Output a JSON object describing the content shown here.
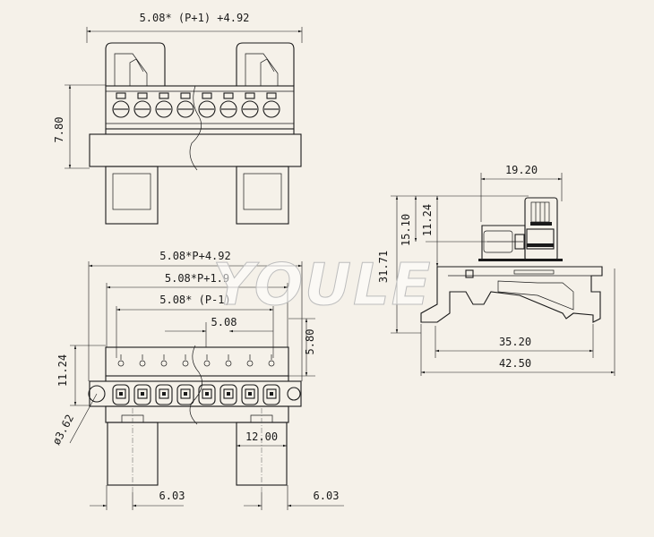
{
  "watermark": "YOULE",
  "top_view": {
    "width_dim": "5.08* (P+1) +4.92",
    "height_dim": "7.80"
  },
  "front_view": {
    "dim_overall": "5.08*P+4.92",
    "dim_mid": "5.08*P+1.9",
    "dim_pitch_total": "5.08* (P-1)",
    "dim_pitch": "5.08",
    "dim_height_left": "11.24",
    "dim_height_right": "5.80",
    "dim_hole": "ø3.62",
    "dim_foot_spacing": "12.00",
    "dim_offset_left": "6.03",
    "dim_offset_right": "6.03"
  },
  "side_view": {
    "dim_top_width": "19.20",
    "dim_h1": "15.10",
    "dim_h2": "11.24",
    "dim_total_height": "31.71",
    "dim_rail_width": "35.20",
    "dim_total_width": "42.50"
  },
  "colors": {
    "background": "#f5f1e9",
    "line": "#1a1a1a"
  }
}
